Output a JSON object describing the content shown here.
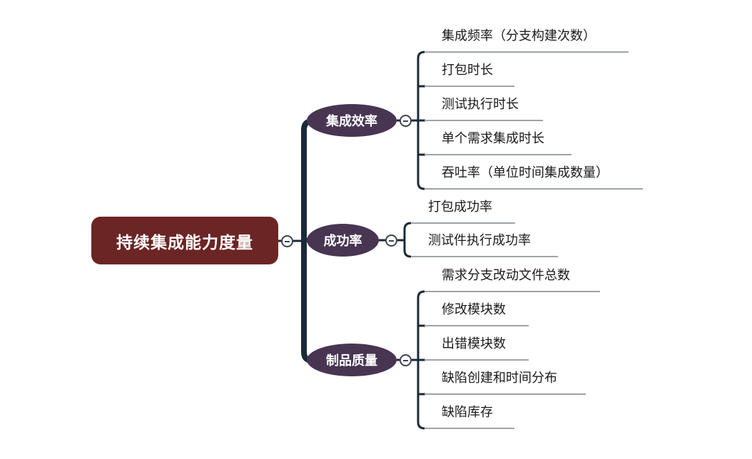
{
  "root": {
    "label": "持续集成能力度量",
    "color": "#6b2524"
  },
  "branches": [
    {
      "label": "集成效率",
      "color": "#473552",
      "leaves": [
        "集成频率（分支构建次数）",
        "打包时长",
        "测试执行时长",
        "单个需求集成时长",
        "吞吐率（单位时间集成数量）"
      ]
    },
    {
      "label": "成功率",
      "color": "#473552",
      "leaves": [
        "打包成功率",
        "测试件执行成功率"
      ]
    },
    {
      "label": "制品质量",
      "color": "#473552",
      "leaves": [
        "需求分支改动文件总数",
        "修改模块数",
        "出错模块数",
        "缺陷创建和时间分布",
        "缺陷库存"
      ]
    }
  ],
  "connector_color": "#1b2a3a",
  "underline_color": "#9ea3a8"
}
